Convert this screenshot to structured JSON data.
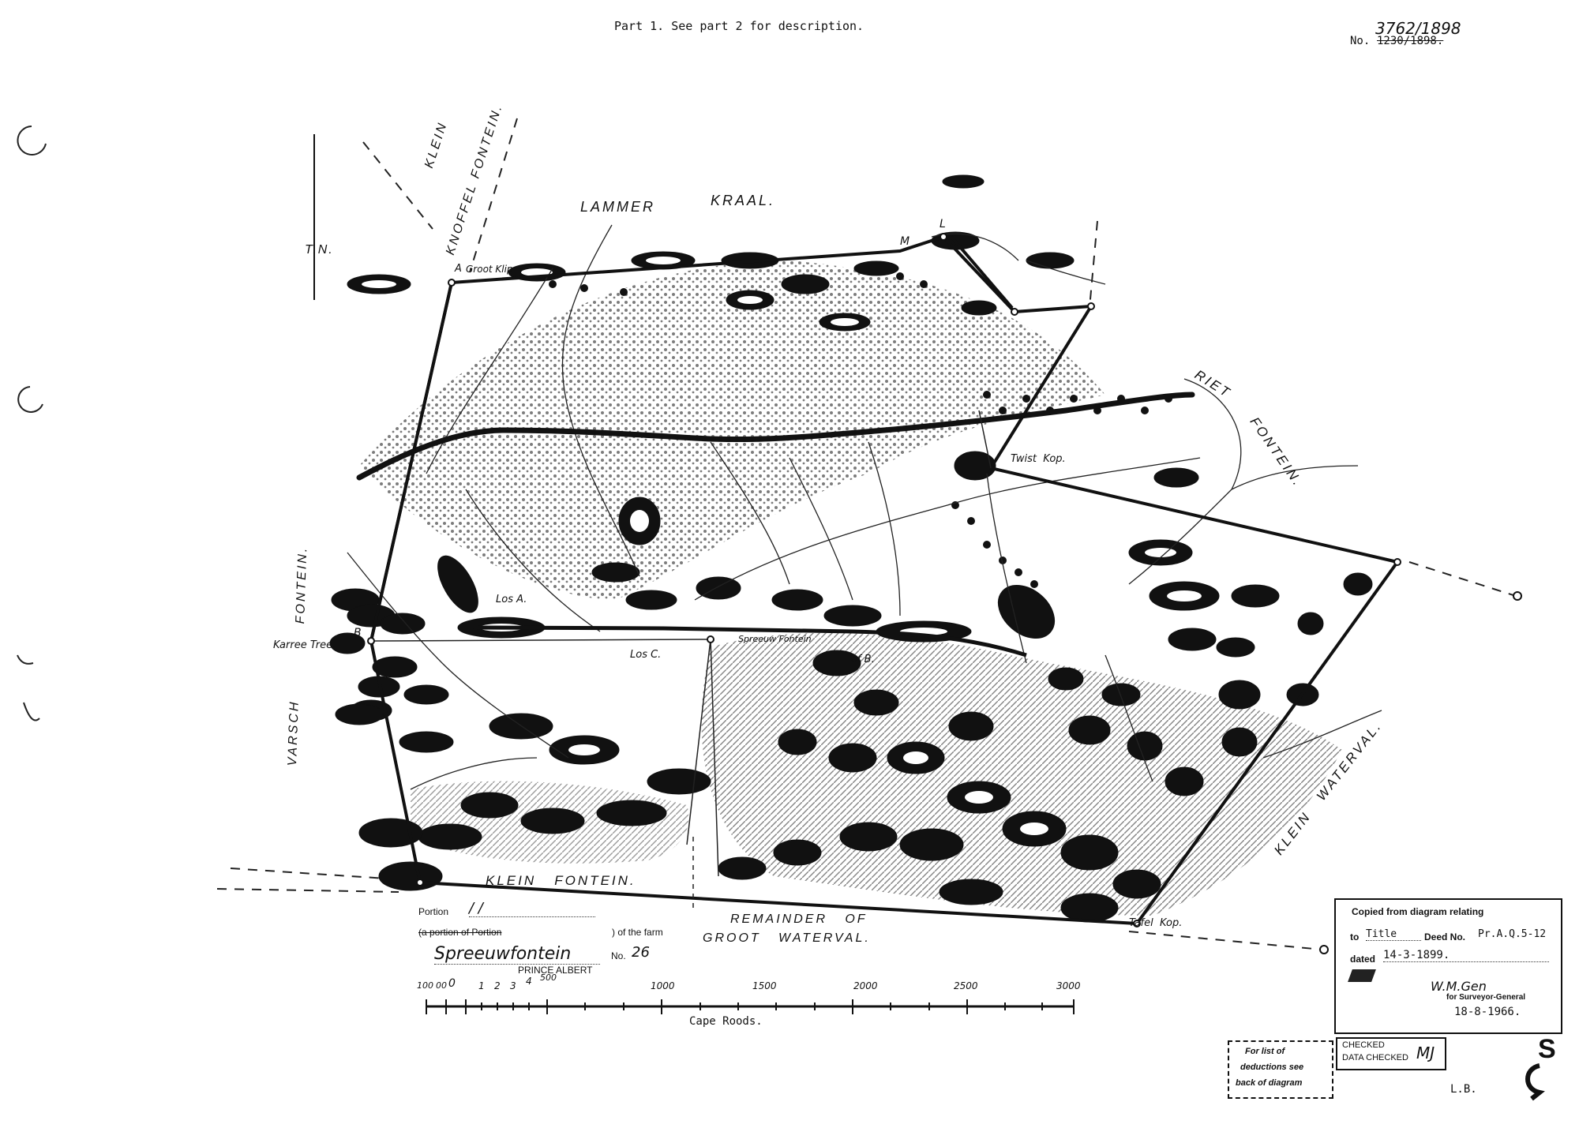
{
  "header": {
    "title": "Part 1.  See part 2 for description.",
    "number_prefix": "No.",
    "number_struck": "1230/1898.",
    "number_handwritten": "3762/1898"
  },
  "map": {
    "north_label": "T.N.",
    "neighbours": {
      "klein": "KLEIN",
      "knoffel_fontein": "KNOFFEL FONTEIN.",
      "lammer": "LAMMER",
      "kraal": "KRAAL.",
      "riet": "RIET",
      "fontein": "FONTEIN.",
      "fontein_w": "FONTEIN.",
      "varsch": "VARSCH",
      "klein_fontein": "KLEIN   FONTEIN.",
      "klein_waterval": "KLEIN   WATERVAL.",
      "remainder_of": "REMAINDER   OF",
      "groot_waterval": "GROOT   WATERVAL."
    },
    "beacons": {
      "A": "A",
      "groot_klip": "Groot Klip",
      "B": "B",
      "M": "M",
      "L": "L"
    },
    "features": {
      "twist_kop": "Twist  Kop.",
      "karree_tree": "Karree Tree.",
      "los_a": "Los A.",
      "los_c": "Los C.",
      "los_b": "of B.",
      "spreeuw_fontein_centre": "Spreeuw Fontein",
      "tafel_kop": "Tafel  Kop."
    }
  },
  "title_block": {
    "portion_label": "Portion",
    "portion_value": "/ /",
    "portion_of_portion": "(a portion of Portion",
    "of_the_farm": ") of the farm",
    "farm_name": "Spreeuwfontein",
    "farm_number_label": "No.",
    "farm_number": "26",
    "division": "PRINCE ALBERT"
  },
  "scale_bar": {
    "ticks": [
      "100",
      "00",
      "0",
      "1",
      "2",
      "3",
      "4",
      "500",
      "1000",
      "1500",
      "2000",
      "2500",
      "3000"
    ],
    "unit": "Cape Roods."
  },
  "copy_stamp": {
    "line1": "Copied from diagram relating",
    "to_label": "to",
    "to_value": "Title",
    "deed_label": "Deed No.",
    "deed_value": "Pr.A.Q.5-12",
    "dated_label": "dated",
    "dated_value": "14-3-1899.",
    "signature": "W.M.Gen",
    "for_sg": "for Surveyor-General",
    "date2": "18-8-1966."
  },
  "deductions_stamp": {
    "l1": "For list of",
    "l2": "deductions see",
    "l3": "back of diagram"
  },
  "checked_stamp": {
    "checked": "CHECKED",
    "data_checked": "DATA CHECKED",
    "initials": "MJ"
  },
  "footer": {
    "lb": "L.B.",
    "s_mark": "S"
  }
}
